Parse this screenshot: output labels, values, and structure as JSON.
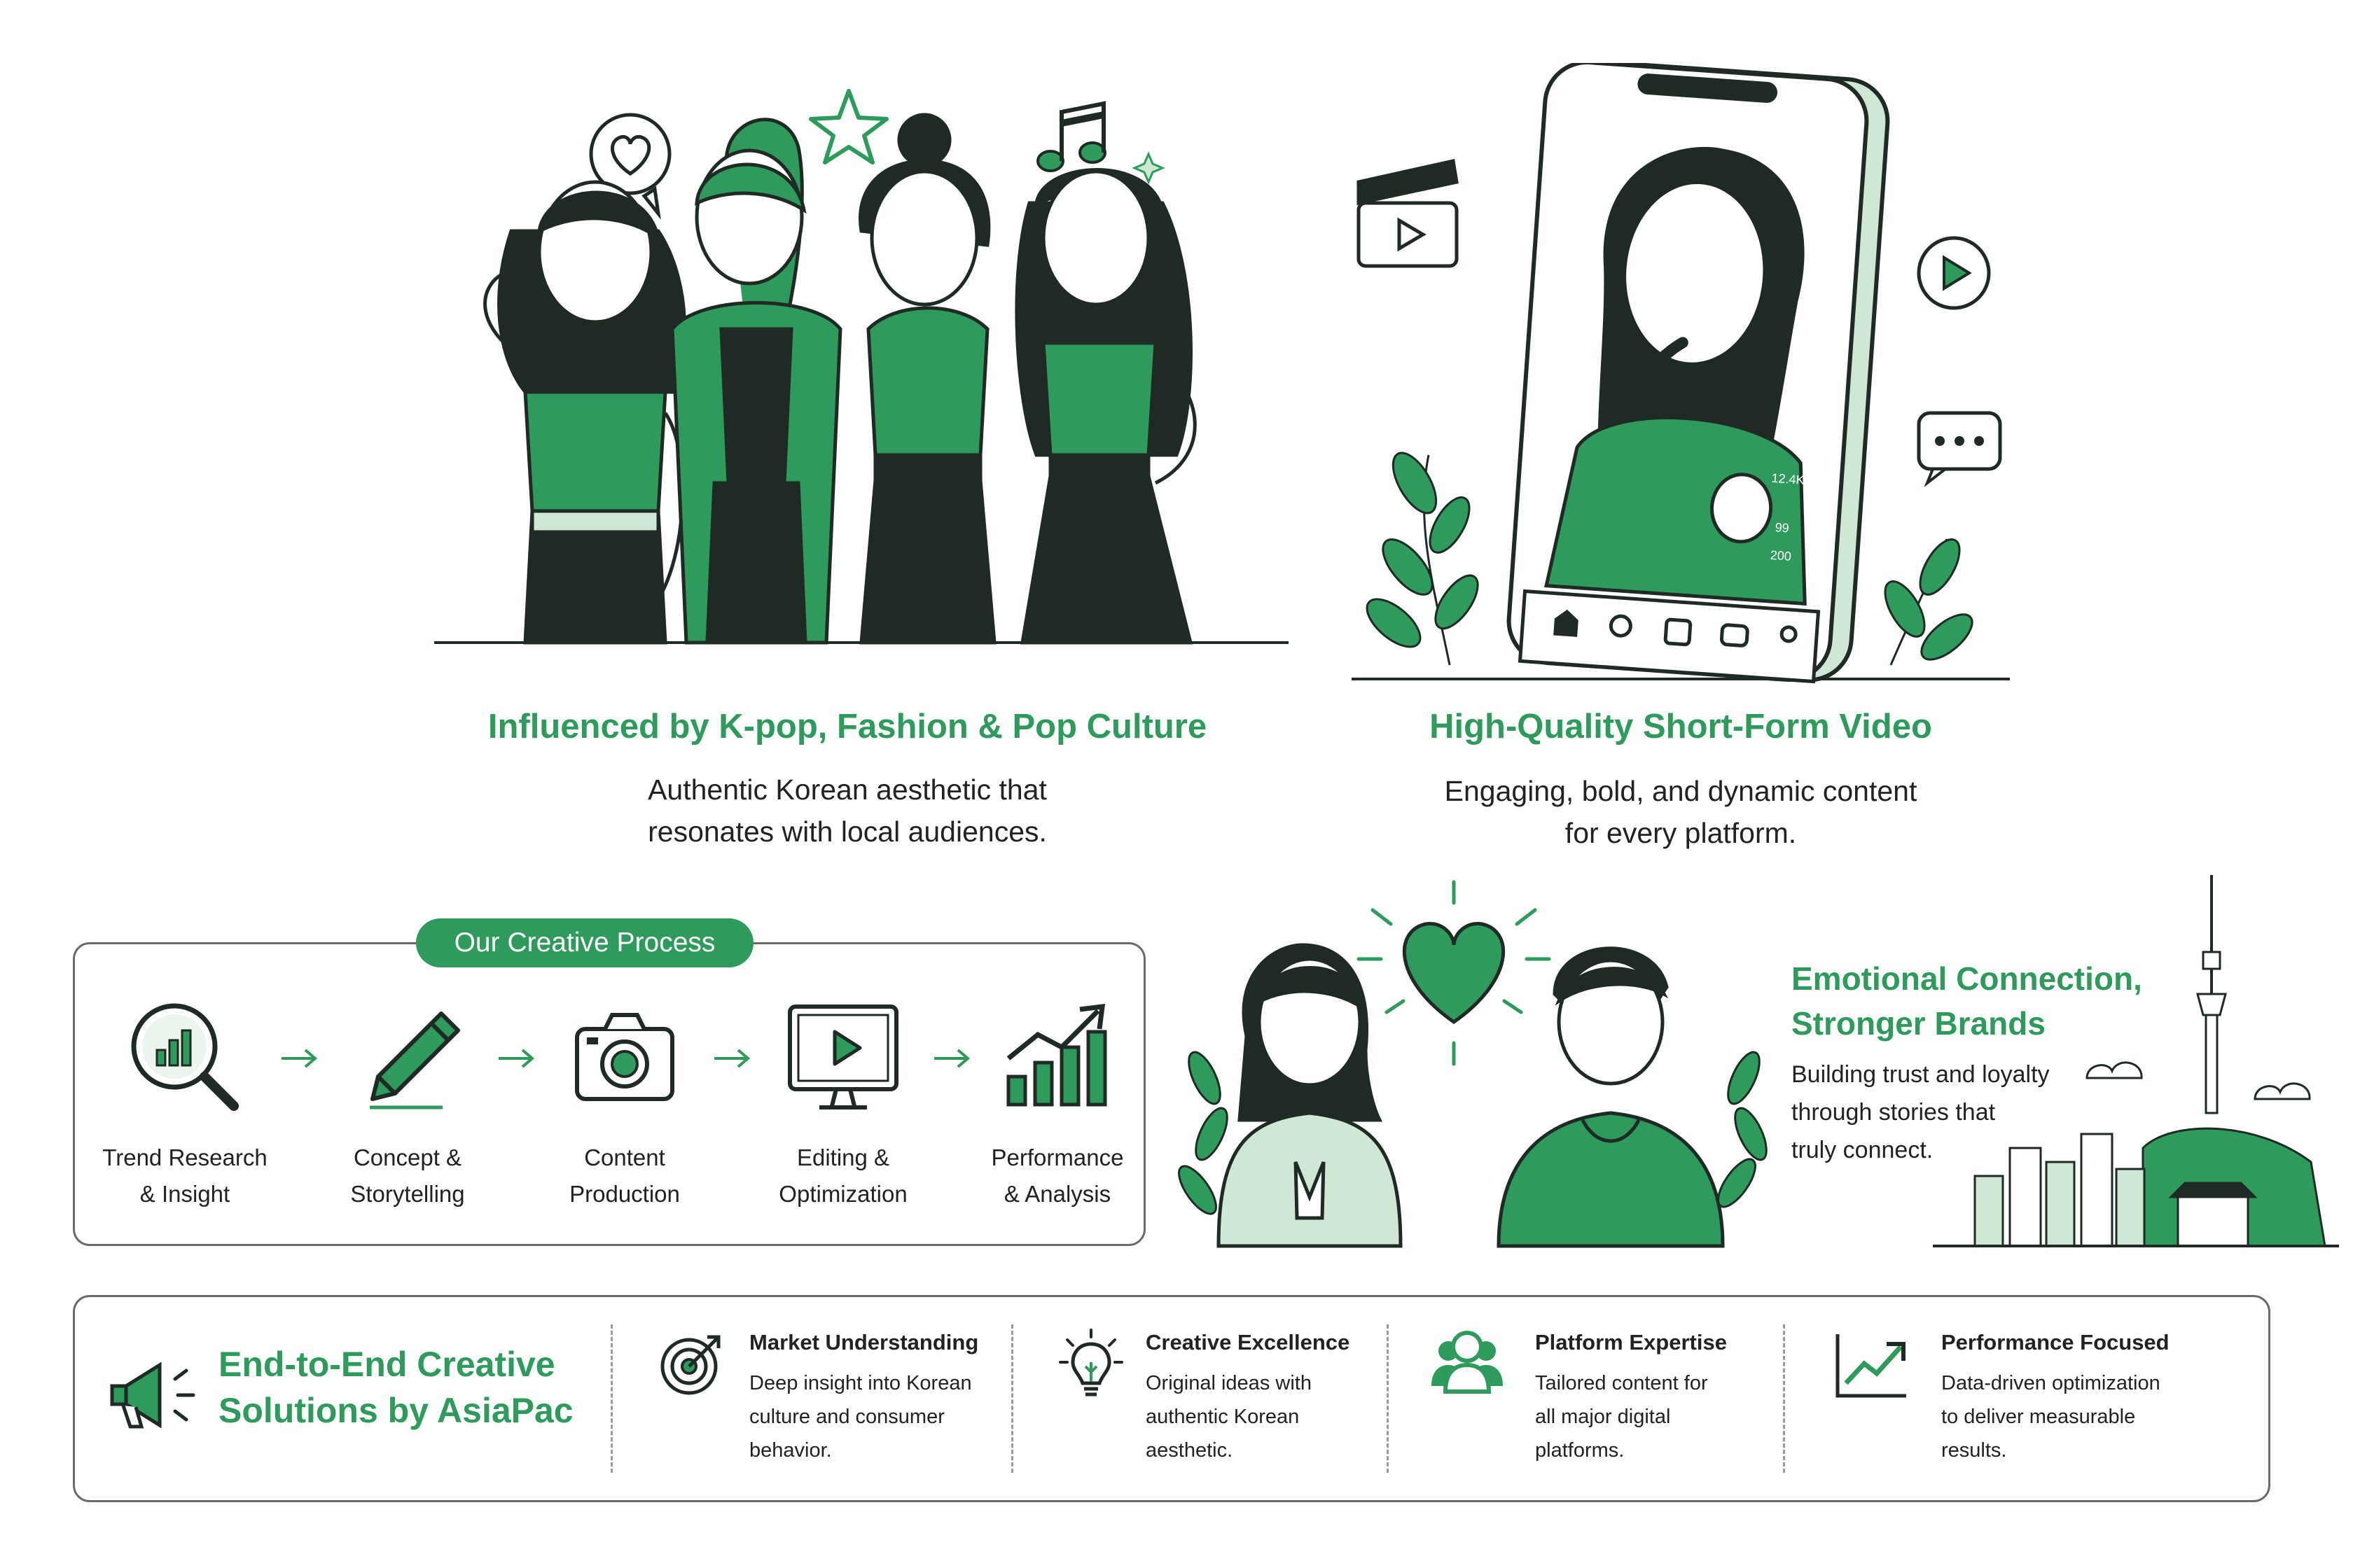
{
  "top": {
    "kpop": {
      "title": "Influenced by K-pop, Fashion & Pop Culture",
      "desc_line1": "Authentic Korean aesthetic that",
      "desc_line2": "resonates with local audiences."
    },
    "video": {
      "title": "High-Quality Short-Form Video",
      "desc_line1": "Engaging, bold, and dynamic content",
      "desc_line2": "for every platform.",
      "phone_likes": "12.4K",
      "phone_comments": "99",
      "phone_shares": "200"
    }
  },
  "process": {
    "label": "Our Creative Process",
    "steps": [
      {
        "line1": "Trend Research",
        "line2": "& Insight"
      },
      {
        "line1": "Concept &",
        "line2": "Storytelling"
      },
      {
        "line1": "Content",
        "line2": "Production"
      },
      {
        "line1": "Editing &",
        "line2": "Optimization"
      },
      {
        "line1": "Performance",
        "line2": "& Analysis"
      }
    ]
  },
  "emotion": {
    "title_line1": "Emotional Connection,",
    "title_line2": "Stronger Brands",
    "desc_line1": "Building trust and loyalty",
    "desc_line2": "through stories that",
    "desc_line3": "truly connect."
  },
  "bottom": {
    "title_line1": "End-to-End Creative",
    "title_line2": "Solutions by AsiaPac",
    "features": [
      {
        "title": "Market Understanding",
        "line1": "Deep insight into Korean",
        "line2": "culture and consumer",
        "line3": "behavior."
      },
      {
        "title": "Creative Excellence",
        "line1": "Original ideas with",
        "line2": "authentic Korean",
        "line3": "aesthetic."
      },
      {
        "title": "Platform Expertise",
        "line1": "Tailored content for",
        "line2": "all major digital",
        "line3": "platforms."
      },
      {
        "title": "Performance Focused",
        "line1": "Data-driven optimization",
        "line2": "to deliver measurable",
        "line3": "results."
      }
    ]
  },
  "colors": {
    "accent": "#2e9a5c",
    "accent_light": "#cfe8d6",
    "outline": "#1f2a24",
    "border": "#6b6b6b"
  }
}
